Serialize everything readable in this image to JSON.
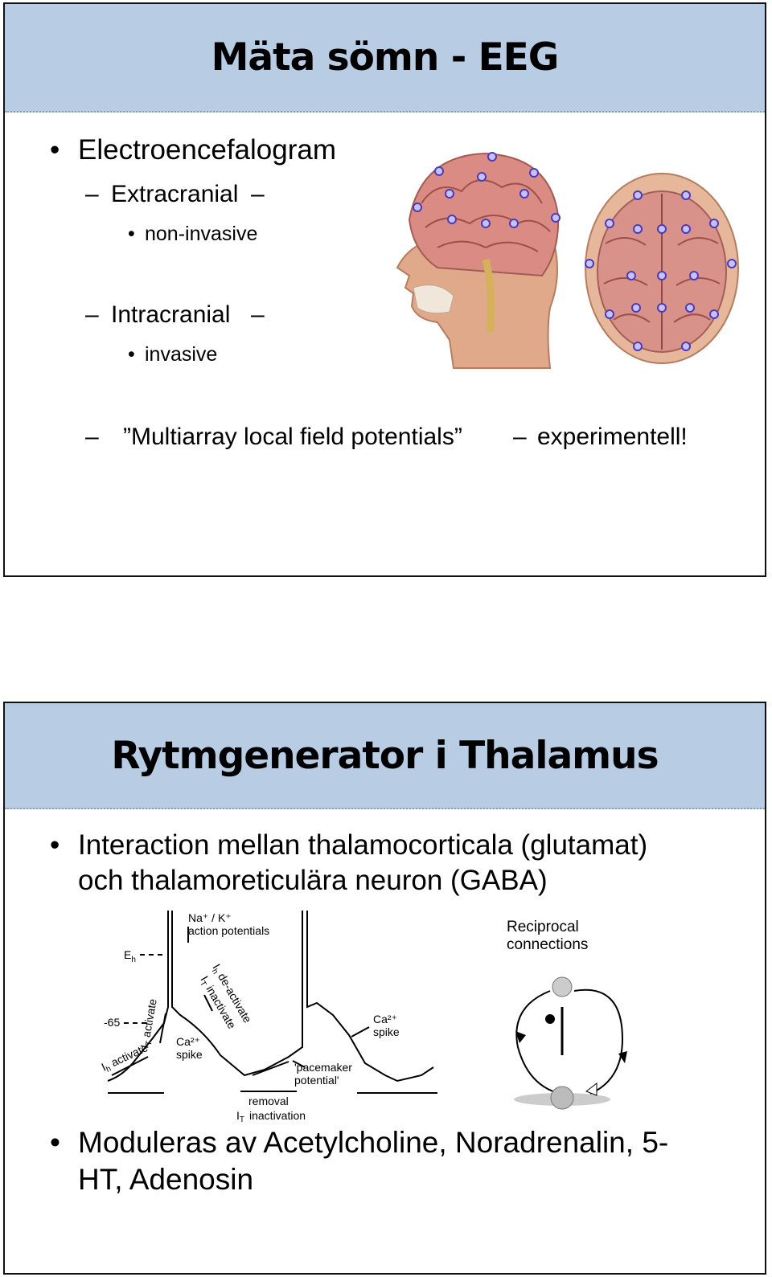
{
  "slide1": {
    "title": "Mäta sömn - EEG",
    "bullets": {
      "eeg": "Electroencefalogram",
      "extracranial": "Extracranial",
      "noninvasive": "non-invasive",
      "intracranial": "Intracranial",
      "invasive": "invasive",
      "multiarray": "”Multiarray local field potentials”",
      "experimentell": "experimentell!"
    },
    "symbols": {
      "bullet": "•",
      "dash": "–"
    }
  },
  "slide2": {
    "title": "Rytmgenerator i Thalamus",
    "interaction_line1": "Interaction mellan thalamocorticala (glutamat)",
    "interaction_line2": "och thalamoreticulära neuron (GABA)",
    "moduleras_line1": "Moduleras av Acetylcholine, Noradrenalin, 5-",
    "moduleras_line2": "HT, Adenosin",
    "figure": {
      "na_k_line1": "Na⁺ / K⁺",
      "na_k_line2": "action potentials",
      "eh": "E",
      "eh_sub": "h",
      "minus65": "-65",
      "it_activate": "I",
      "it_sub": "T",
      "activate": "activate",
      "ih_activate": "I",
      "ih_sub": "h",
      "ca_spike1": "Ca²⁺",
      "spike": "spike",
      "ih_deactivate": "I",
      "deactivate": "de-activate",
      "it_inactivate": "I",
      "inactivate": "inactivate",
      "ca_spike2": "Ca²⁺",
      "spike2": "spike",
      "pacemaker_line1": "'pacemaker",
      "pacemaker_line2": "potential'",
      "removal": "removal",
      "it_label": "I",
      "inactivation": "inactivation",
      "reciprocal_line1": "Reciprocal",
      "reciprocal_line2": "connections"
    }
  }
}
